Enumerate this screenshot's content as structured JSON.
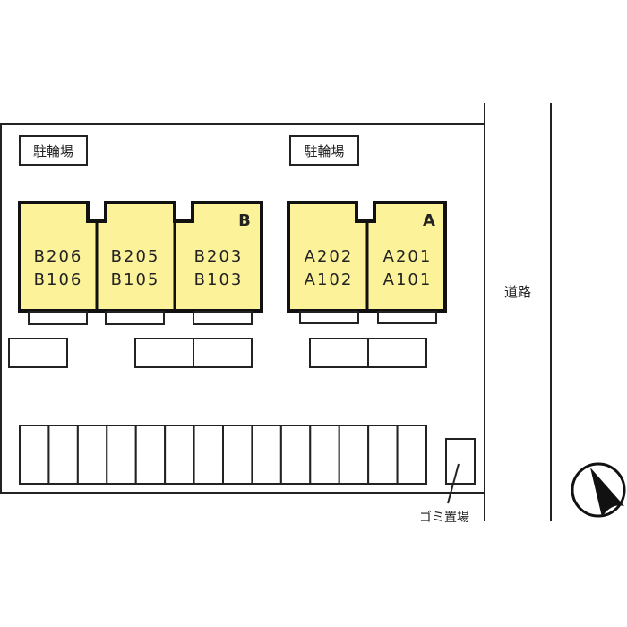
{
  "bicycle_parking": [
    "駐輪場",
    "駐輪場"
  ],
  "buildings": {
    "B": {
      "label": "B",
      "units": [
        {
          "upper": "B206",
          "lower": "B106"
        },
        {
          "upper": "B205",
          "lower": "B105"
        },
        {
          "upper": "B203",
          "lower": "B103"
        }
      ]
    },
    "A": {
      "label": "A",
      "units": [
        {
          "upper": "A202",
          "lower": "A102"
        },
        {
          "upper": "A201",
          "lower": "A101"
        }
      ]
    }
  },
  "road_label": "道路",
  "garbage_label": "ゴミ置場",
  "colors": {
    "building_fill": "#fbf29a",
    "line": "#111111"
  }
}
